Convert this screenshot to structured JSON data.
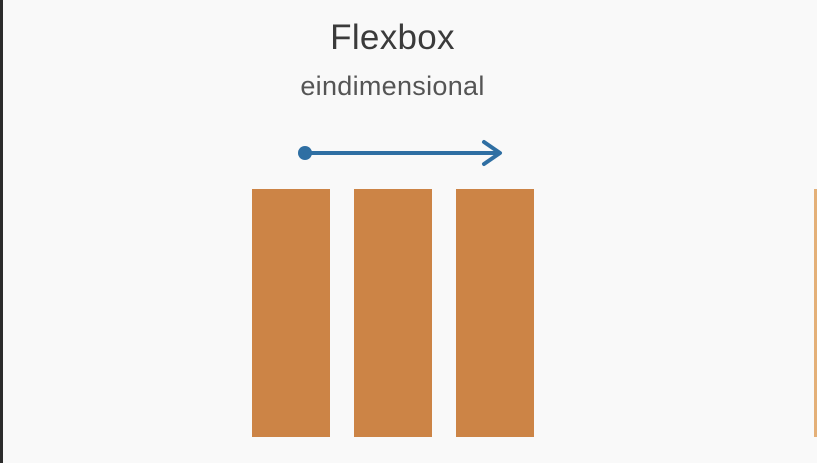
{
  "slide": {
    "title": "Flexbox",
    "subtitle": "eindimensional"
  },
  "diagram": {
    "direction_arrow": "right-arrow-icon",
    "item_count": 3,
    "colors": {
      "item": "#cc8446",
      "arrow": "#2f6fa3",
      "background": "#f9f9f9"
    }
  }
}
